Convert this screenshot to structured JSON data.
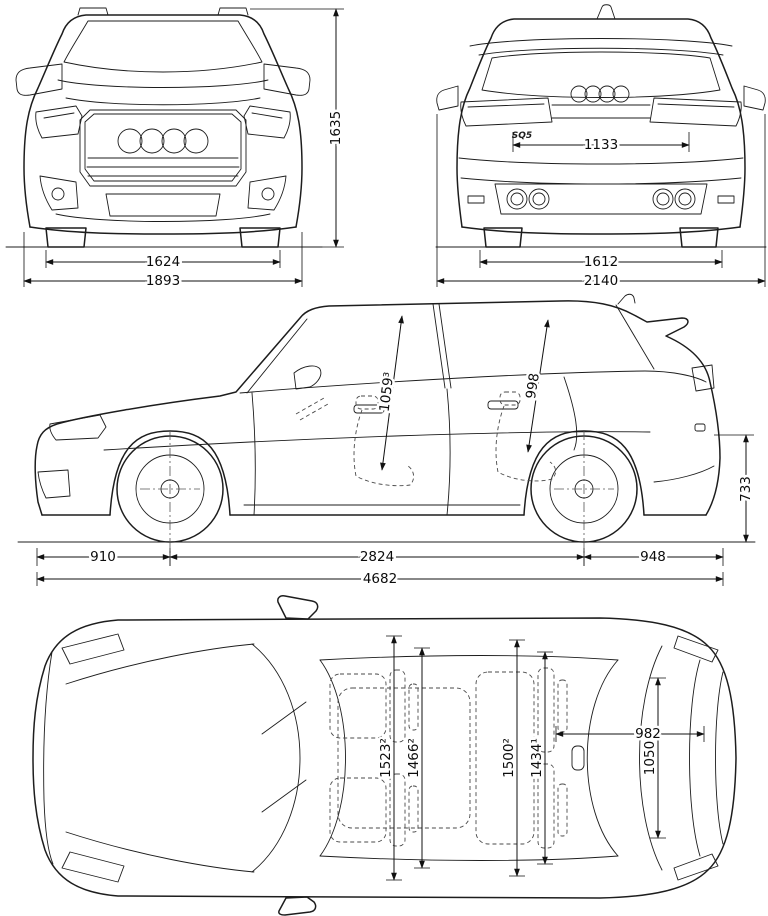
{
  "colors": {
    "background": "#ffffff",
    "line": "#1d1d1d",
    "dimension": "#111111"
  },
  "front_view": {
    "overall_height": "1635",
    "track_width": "1624",
    "overall_width": "1893"
  },
  "rear_view": {
    "badge": "SQ5",
    "inner_width": "1133",
    "track_width": "1612",
    "overall_width_incl_mirrors": "2140"
  },
  "side_view": {
    "front_interior_height": "1059³",
    "rear_interior_height": "998",
    "front_overhang": "910",
    "wheelbase": "2824",
    "rear_overhang": "948",
    "overall_length": "4682",
    "load_height": "733"
  },
  "top_view": {
    "front_interior_width_a": "1523²",
    "front_interior_width_b": "1466²",
    "rear_interior_width_a": "1500²",
    "rear_interior_width_b": "1434¹",
    "cargo_length": "982",
    "cargo_width": "1050"
  }
}
